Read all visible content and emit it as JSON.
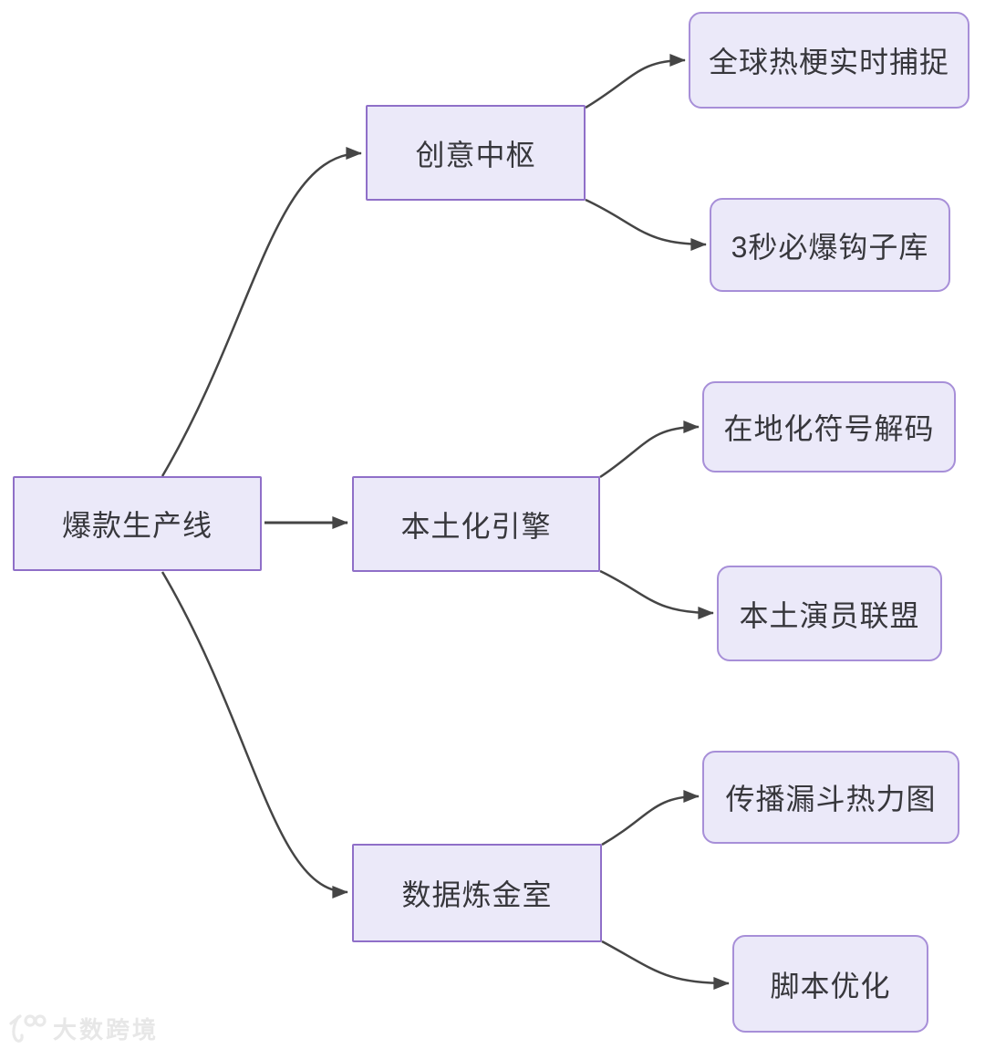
{
  "diagram": {
    "type": "mindmap-flowchart",
    "root": {
      "label": "爆款生产线"
    },
    "branches": [
      {
        "label": "创意中枢",
        "children": [
          {
            "label": "全球热梗实时捕捉"
          },
          {
            "label": "3秒必爆钩子库"
          }
        ]
      },
      {
        "label": "本土化引擎",
        "children": [
          {
            "label": "在地化符号解码"
          },
          {
            "label": "本土演员联盟"
          }
        ]
      },
      {
        "label": "数据炼金室",
        "children": [
          {
            "label": "传播漏斗热力图"
          },
          {
            "label": "脚本优化"
          }
        ]
      }
    ]
  },
  "watermark": {
    "text": "大数跨境",
    "logo_icon": "100-logo"
  },
  "colors": {
    "node_fill": "#ebe9f9",
    "branch_border": "#8f6fc8",
    "leaf_border": "#a78fd8",
    "edge_stroke": "#454545",
    "text": "#37373c",
    "watermark": "#e7e7e7",
    "background": "#ffffff"
  }
}
